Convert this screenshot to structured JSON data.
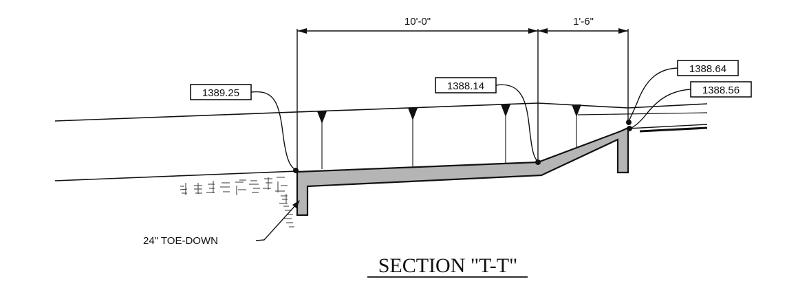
{
  "dimensions": {
    "left_span": "10'-0\"",
    "right_span": "1'-6\""
  },
  "elevations": {
    "left": "1389.25",
    "middle": "1388.14",
    "upper_right": "1388.64",
    "lower_right": "1388.56"
  },
  "notes": {
    "toe_down": "24\" TOE-DOWN"
  },
  "title": "SECTION \"T-T\"",
  "colors": {
    "ink": "#111111",
    "concrete": "#b5b5b5"
  }
}
